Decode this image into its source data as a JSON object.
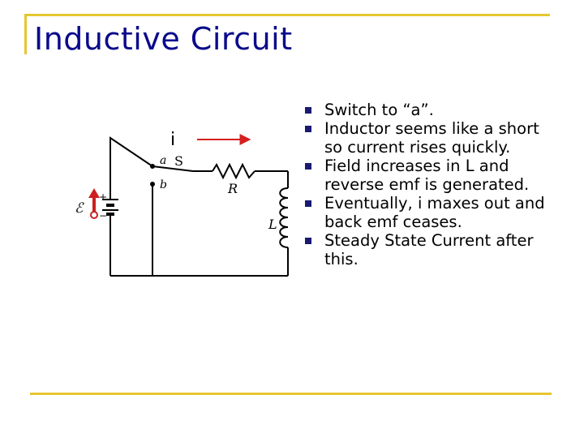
{
  "slide": {
    "title": "Inductive Circuit",
    "bullets": [
      "Switch to “a”.",
      "Inductor seems like a short so current rises quickly.",
      "Field increases in L and reverse emf is generated.",
      "Eventually, i maxes out and back emf ceases.",
      "Steady State Current after this."
    ],
    "current_label": "i"
  },
  "circuit": {
    "labels": {
      "a": "a",
      "b": "b",
      "switch": "S",
      "resistor": "R",
      "inductor": "L",
      "emf": "ℰ",
      "plus": "+",
      "minus": "−"
    }
  },
  "colors": {
    "title": "#0a0a8c",
    "frame": "#e6c630",
    "bullet_marker": "#1a1a70",
    "arrow": "#d42020",
    "emf_arrow": "#cc1f1f"
  }
}
